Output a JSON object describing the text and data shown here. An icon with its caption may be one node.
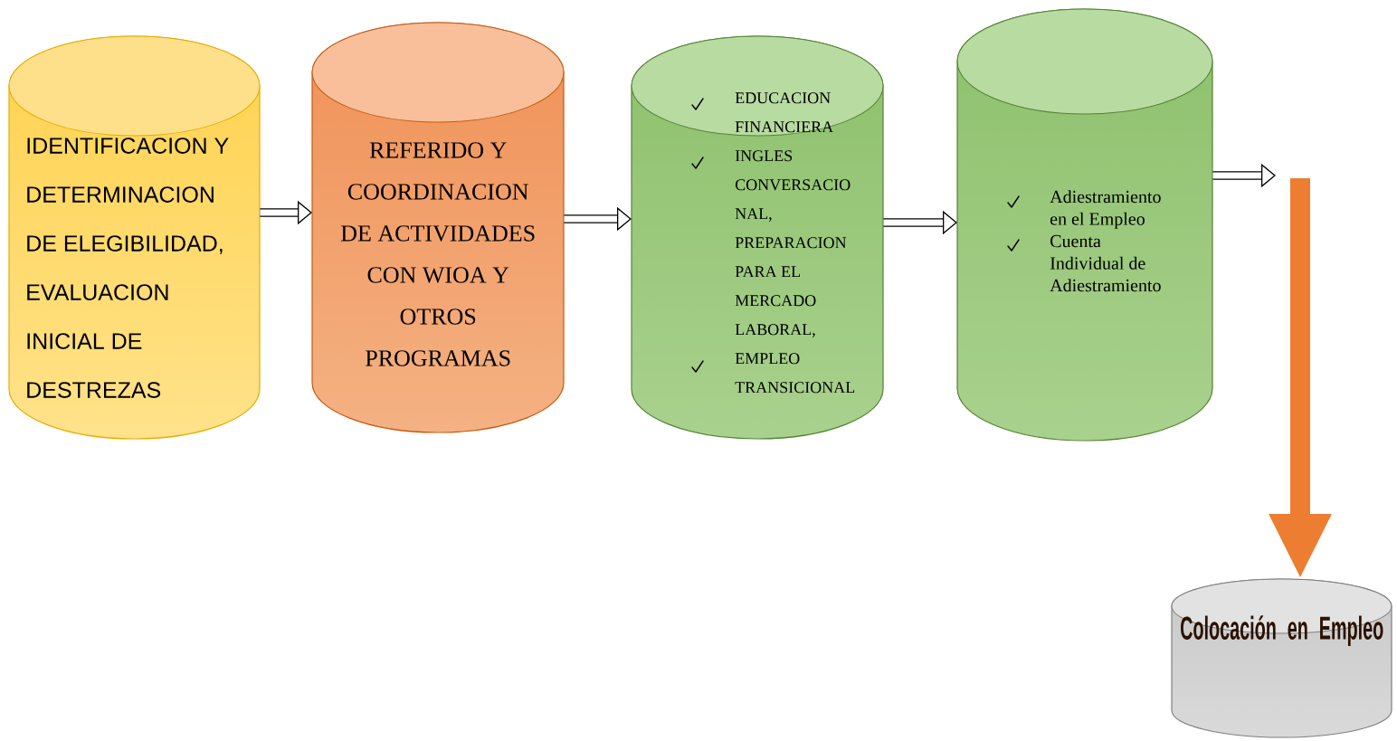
{
  "diagram": {
    "nodes": [
      {
        "text": [
          "IDENTIFICACION Y DETERMINACION DE ELEGIBILIDAD, EVALUACION INICIAL DE DESTREZAS"
        ]
      },
      {
        "text": [
          "REFERIDO Y COORDINACION DE ACTIVIDADES CON WIOA Y OTROS PROGRAMAS"
        ]
      },
      {
        "text": [
          "EDUCACION FINANCIERA",
          "INGLES CONVERSACIO NAL, PREPARACION PARA EL MERCADO LABORAL,",
          "EMPLEO TRANSICIONAL"
        ]
      },
      {
        "text": [
          "Adiestramiento en el Empleo",
          "Cuenta Individual de Adiestramiento"
        ]
      },
      {
        "text": [
          "Colocación en Empleo"
        ]
      }
    ],
    "edges": [
      {
        "from": 0,
        "to": 1,
        "arrow": "to"
      },
      {
        "from": 1,
        "to": 2,
        "arrow": "to"
      },
      {
        "from": 2,
        "to": 3,
        "arrow": "to"
      },
      {
        "from": 3,
        "to": null,
        "arrow": "to"
      },
      {
        "from": null,
        "to": 4,
        "arrow": "to",
        "style": "thick",
        "color": "#ed7d31"
      }
    ]
  }
}
